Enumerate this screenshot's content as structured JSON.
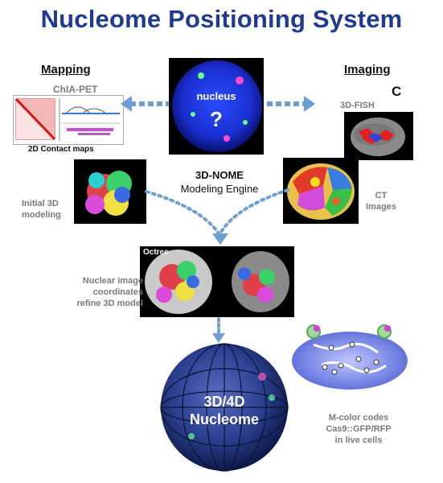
{
  "title": "Nucleome Positioning System",
  "left_header": "Mapping",
  "right_header": "Imaging",
  "right_letter": "C",
  "chia_pet": "ChIA-PET",
  "contact_maps": "2D Contact maps",
  "nucleus_label": "nucleus",
  "question": "?",
  "fish_label": "3D-FISH",
  "initial_3d": [
    "Initial 3D",
    "modeling"
  ],
  "engine_title": "3D-NOME",
  "engine_sub": "Modeling Engine",
  "ct_label": [
    "CT",
    "Images"
  ],
  "octree": "Octree",
  "refine": [
    "Nuclear image",
    "coordinates",
    "refine 3D model"
  ],
  "nucleome": [
    "3D/4D",
    "Nucleome"
  ],
  "mcolor": [
    "M-color codes",
    "Cas9::GFP/RFP",
    "in live cells"
  ],
  "colors": {
    "title": "#1f3a93",
    "arrow": "#6f9fd0",
    "globe": "#2b3f8f",
    "gray_text": "#7a7a7a"
  }
}
